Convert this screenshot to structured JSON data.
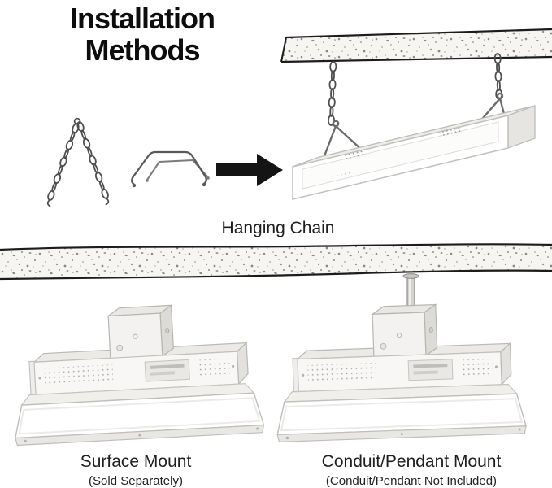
{
  "title": {
    "line1": "Installation",
    "line2": "Methods"
  },
  "methods": {
    "hanging": {
      "caption": "Hanging Chain"
    },
    "surface": {
      "caption": "Surface Mount",
      "note": "(Sold Separately)"
    },
    "pendant": {
      "caption": "Conduit/Pendant Mount",
      "note": "(Conduit/Pendant Not Included)"
    }
  },
  "icons": {
    "hanging-chain-icon": "svg-chain-links",
    "v-hook-bracket-icon": "svg-wire-bracket",
    "arrow-right-icon": "svg-solid-arrow",
    "ceiling-texture": "speckled-band"
  },
  "colors": {
    "ink": "#141414",
    "ceiling_fill": "#f7f5f1",
    "fixture_white": "#ffffff",
    "fixture_outline": "#c0bfbc",
    "chain_gray": "#4e4e4e"
  }
}
